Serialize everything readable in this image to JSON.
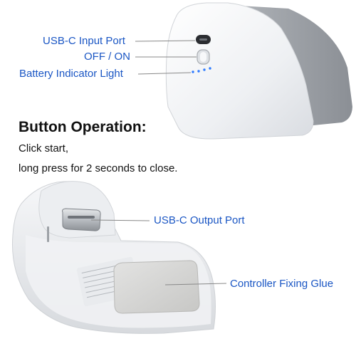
{
  "top_device": {
    "callouts": {
      "usbc_input": "USB-C Input Port",
      "power_switch": "OFF / ON",
      "battery_indicator": "Battery Indicator Light"
    }
  },
  "instructions": {
    "heading": "Button Operation:",
    "line1": "Click start,",
    "line2": "long press for 2 seconds to close."
  },
  "bottom_device": {
    "callouts": {
      "usbc_output": "USB-C Output Port",
      "fixing_glue": "Controller Fixing Glue"
    }
  },
  "colors": {
    "callout_text": "#1a56c4",
    "indicator_light": "#2f7bff",
    "device_body": "#f4f5f7",
    "device_shadow": "#8f9398"
  }
}
